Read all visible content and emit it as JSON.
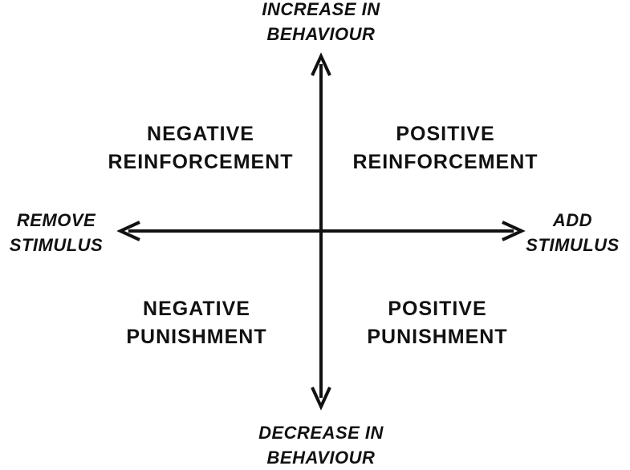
{
  "axes": {
    "top": {
      "line1": "INCREASE IN",
      "line2": "BEHAVIOUR"
    },
    "bottom": {
      "line1": "DECREASE IN",
      "line2": "BEHAVIOUR"
    },
    "left": {
      "line1": "REMOVE",
      "line2": "STIMULUS"
    },
    "right": {
      "line1": "ADD",
      "line2": "STIMULUS"
    }
  },
  "quadrants": {
    "top_left": {
      "line1": "NEGATIVE",
      "line2": "REINFORCEMENT"
    },
    "top_right": {
      "line1": "POSITIVE",
      "line2": "REINFORCEMENT"
    },
    "bottom_left": {
      "line1": "NEGATIVE",
      "line2": "PUNISHMENT"
    },
    "bottom_right": {
      "line1": "POSITIVE",
      "line2": "PUNISHMENT"
    }
  },
  "colors": {
    "ink": "#111111",
    "background": "#ffffff"
  }
}
